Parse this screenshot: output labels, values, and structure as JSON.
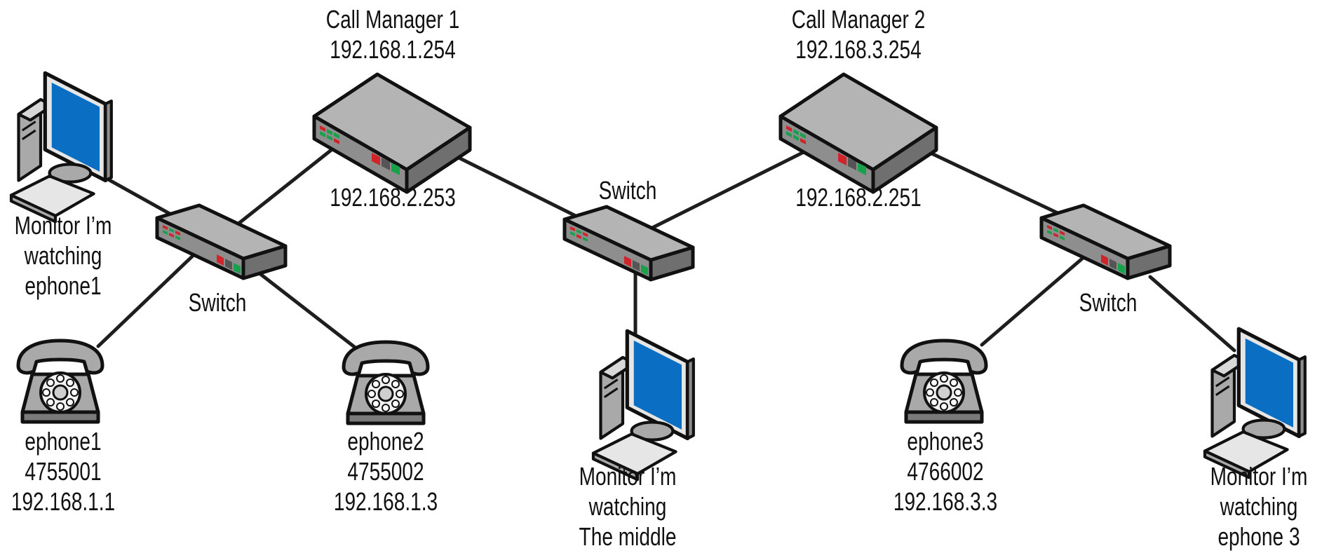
{
  "colors": {
    "device_gray": "#a9a9a9",
    "device_top": "#b8b8b8",
    "device_dark": "#7a7a7a",
    "outline": "#111111",
    "screen_blue": "#0a6fc2",
    "led_red": "#d0232a",
    "led_green": "#18a14a",
    "led_gray": "#555555"
  },
  "call_manager_1": {
    "icon": "router-icon",
    "name": "Call Manager 1",
    "ip_top": "192.168.1.254",
    "ip_bottom": "192.168.2.253"
  },
  "call_manager_2": {
    "icon": "router-icon",
    "name": "Call Manager 2",
    "ip_top": "192.168.3.254",
    "ip_bottom": "192.168.2.251"
  },
  "switches": {
    "left": {
      "icon": "switch-icon",
      "label": "Switch"
    },
    "middle": {
      "icon": "switch-icon",
      "label": "Switch"
    },
    "right": {
      "icon": "switch-icon",
      "label": "Switch"
    }
  },
  "monitors": {
    "left": {
      "icon": "computer-icon",
      "line1": "Monitor I’m",
      "line2": "watching",
      "line3": "ephone1"
    },
    "middle": {
      "icon": "computer-icon",
      "line1": "Monitor I’m",
      "line2": "watching",
      "line3": "The middle"
    },
    "right": {
      "icon": "computer-icon",
      "line1": "Monitor I’m",
      "line2": "watching",
      "line3": "ephone 3"
    }
  },
  "phones": {
    "ephone1": {
      "icon": "telephone-icon",
      "name": "ephone1",
      "number": "4755001",
      "ip": "192.168.1.1"
    },
    "ephone2": {
      "icon": "telephone-icon",
      "name": "ephone2",
      "number": "4755002",
      "ip": "192.168.1.3"
    },
    "ephone3": {
      "icon": "telephone-icon",
      "name": "ephone3",
      "number": "4766002",
      "ip": "192.168.3.3"
    }
  }
}
